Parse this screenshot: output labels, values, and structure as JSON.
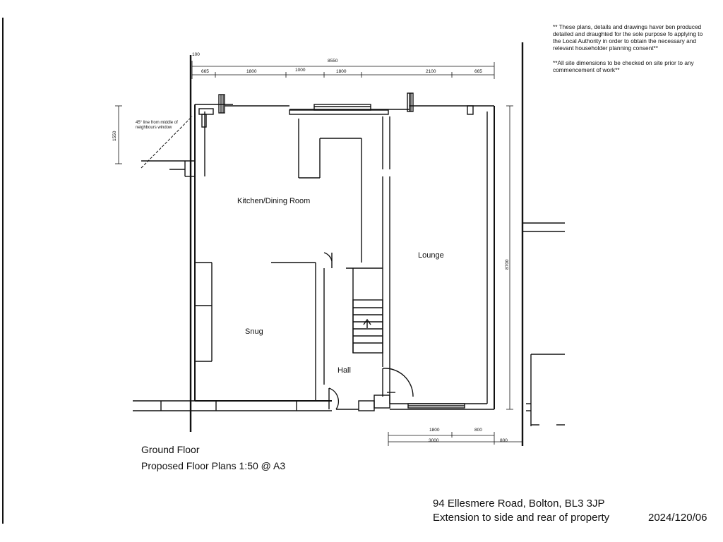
{
  "notes": {
    "line1": "** These plans, details and drawings haver ben produced",
    "line2": "detailed and  draughted for the sole purpose fo applying to",
    "line3": "the Local Authority in order to obtain the necessary and",
    "line4": "relevant householder planning consent**",
    "line5": "**All site dimensions to be checked on site prior to any",
    "line6": "commencement of work**"
  },
  "rooms": {
    "kitchen": "Kitchen/Dining Room",
    "lounge": "Lounge",
    "snug": "Snug",
    "hall": "Hall"
  },
  "dimensions": {
    "top_offset": "100",
    "overall_width": "8550",
    "seg1": "665",
    "seg2": "1800",
    "seg3": "1000",
    "seg4": "1800",
    "seg5": "2100",
    "seg6": "665",
    "left_height": "1550",
    "right_height": "8700",
    "bottom1": "1800",
    "bottom2": "800",
    "bottom3": "3000",
    "bottom4": "800"
  },
  "annotation": {
    "neighbour_line": "45° line from middle of neighbours window"
  },
  "caption": {
    "floor": "Ground Floor",
    "scale": "Proposed Floor Plans 1:50 @ A3"
  },
  "titleblock": {
    "address": "94 Ellesmere Road, Bolton, BL3 3JP",
    "description": "Extension to side and rear of property",
    "reference": "2024/120/06"
  }
}
